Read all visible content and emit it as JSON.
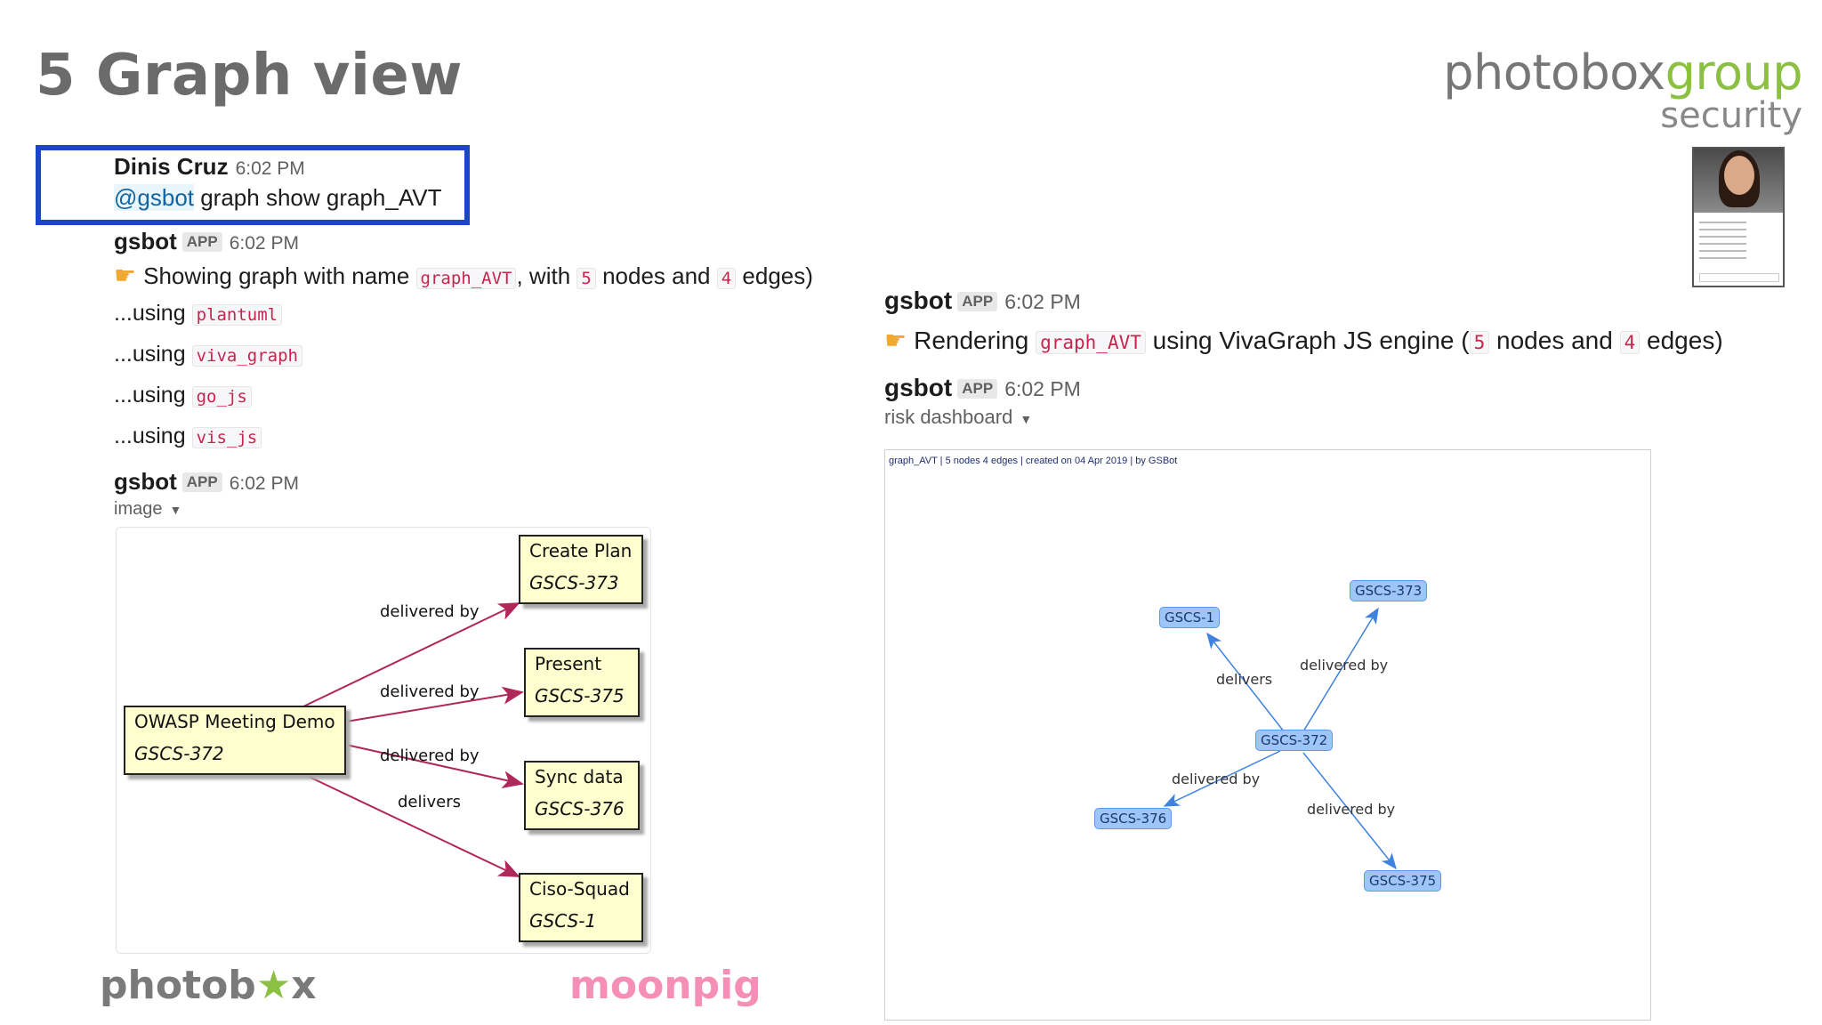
{
  "slide": {
    "title": "5 Graph view",
    "brand_line1_a": "photobox",
    "brand_line1_b": "group",
    "brand_line2": "security"
  },
  "colors": {
    "highlight": "#1b46c8",
    "brand_green": "#8cc043",
    "node_fill": "#fefece",
    "viva_node": "#9ec5f8",
    "edge_left": "#b0275a",
    "edge_right": "#3f82e0"
  },
  "left_chat": {
    "msg1": {
      "author": "Dinis Cruz",
      "time": "6:02 PM",
      "mention": "@gsbot",
      "text": " graph show graph_AVT"
    },
    "msg2": {
      "author": "gsbot",
      "badge": "APP",
      "time": "6:02 PM",
      "prefix": "Showing graph with name ",
      "graph_name": "graph_AVT",
      "mid1": ", with ",
      "nodes": "5",
      "mid2": " nodes and ",
      "edges": "4",
      "suffix": " edges)"
    },
    "using_items": [
      {
        "prefix": "...using ",
        "code": "plantuml"
      },
      {
        "prefix": "...using ",
        "code": "viva_graph"
      },
      {
        "prefix": "...using ",
        "code": "go_js"
      },
      {
        "prefix": "...using ",
        "code": "vis_js"
      }
    ],
    "msg3": {
      "author": "gsbot",
      "badge": "APP",
      "time": "6:02 PM",
      "sub": "image"
    }
  },
  "left_diagram": {
    "nodes": [
      {
        "title": "OWASP Meeting Demo",
        "key": "GSCS-372"
      },
      {
        "title": "Create Plan",
        "key": "GSCS-373"
      },
      {
        "title": "Present",
        "key": "GSCS-375"
      },
      {
        "title": "Sync data",
        "key": "GSCS-376"
      },
      {
        "title": "Ciso-Squad",
        "key": "GSCS-1"
      }
    ],
    "edges": [
      {
        "from": "GSCS-372",
        "to": "GSCS-373",
        "label": "delivered by"
      },
      {
        "from": "GSCS-372",
        "to": "GSCS-375",
        "label": "delivered by"
      },
      {
        "from": "GSCS-372",
        "to": "GSCS-376",
        "label": "delivered by"
      },
      {
        "from": "GSCS-372",
        "to": "GSCS-1",
        "label": "delivers"
      }
    ]
  },
  "right_chat": {
    "msg1": {
      "author": "gsbot",
      "badge": "APP",
      "time": "6:02 PM",
      "prefix": "Rendering ",
      "graph_name": "graph_AVT",
      "mid": " using VivaGraph JS engine (",
      "nodes": "5",
      "mid2": " nodes and ",
      "edges": "4",
      "suffix": " edges)"
    },
    "msg2": {
      "author": "gsbot",
      "badge": "APP",
      "time": "6:02 PM",
      "sub": "risk dashboard"
    }
  },
  "viva_graph": {
    "header": "graph_AVT | 5 nodes 4 edges | created on 04 Apr 2019 | by GSBot",
    "nodes": [
      "GSCS-1",
      "GSCS-373",
      "GSCS-372",
      "GSCS-376",
      "GSCS-375"
    ],
    "edge_labels": [
      "delivers",
      "delivered by",
      "delivered by",
      "delivered by"
    ]
  },
  "logos": {
    "photobox_a": "photob",
    "photobox_star": "★",
    "photobox_b": "x",
    "moonpig": "moonpig"
  }
}
